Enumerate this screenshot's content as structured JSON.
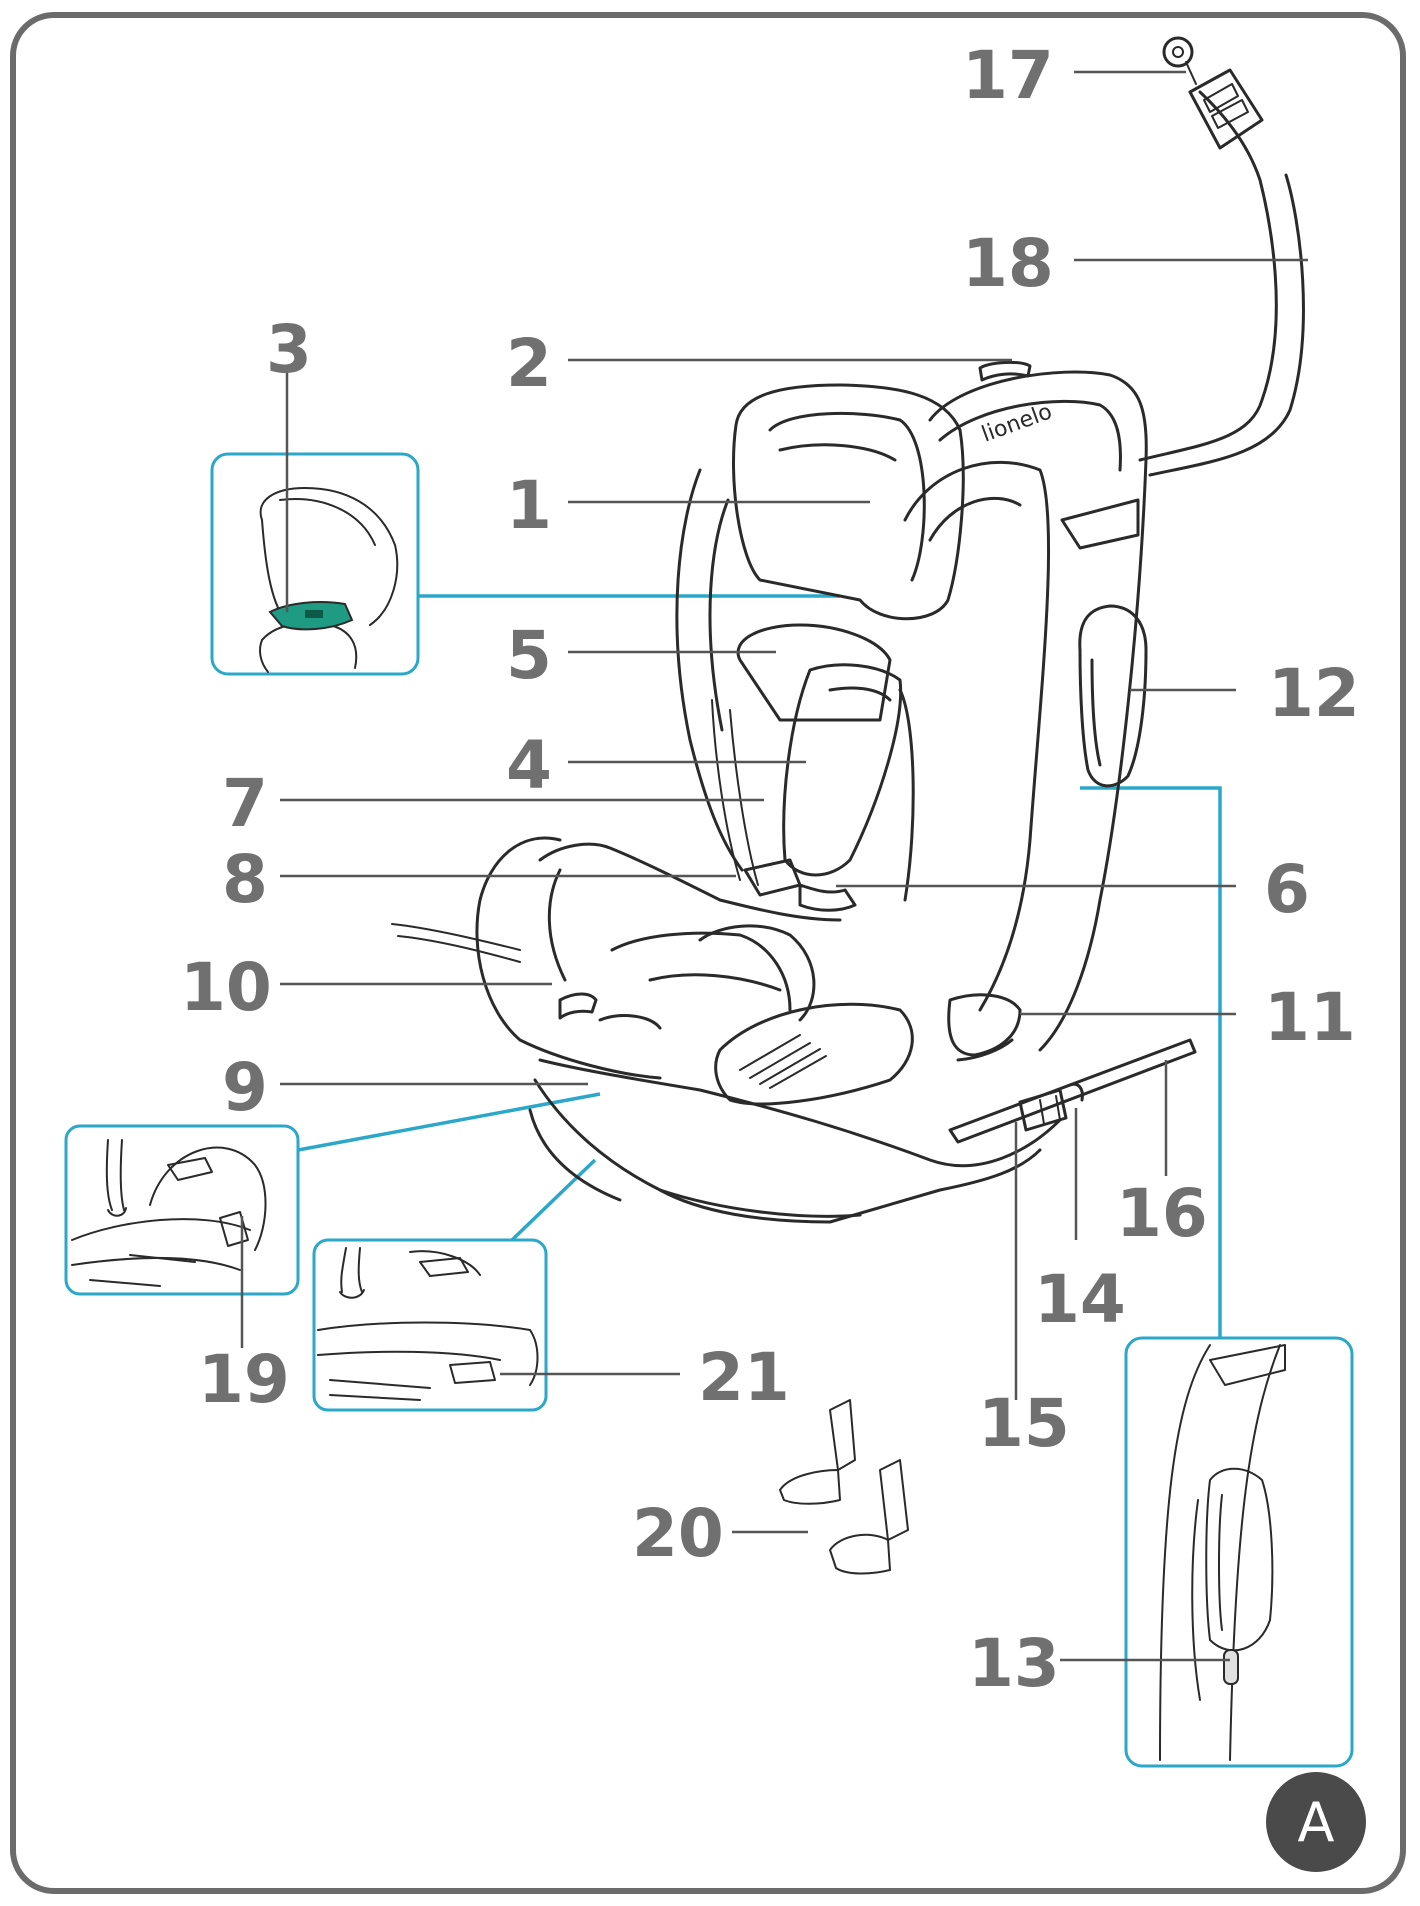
{
  "colors": {
    "accent": "#2aa7c9",
    "label": "#707070",
    "highlight": "#1f9b83",
    "badge": "#4a4a4a"
  },
  "brand": "lionelo",
  "figure_badge": "A",
  "labels": {
    "l1": "1",
    "l2": "2",
    "l3": "3",
    "l4": "4",
    "l5": "5",
    "l6": "6",
    "l7": "7",
    "l8": "8",
    "l9": "9",
    "l10": "10",
    "l11": "11",
    "l12": "12",
    "l13": "13",
    "l14": "14",
    "l15": "15",
    "l16": "16",
    "l17": "17",
    "l18": "18",
    "l19": "19",
    "l20": "20",
    "l21": "21"
  }
}
